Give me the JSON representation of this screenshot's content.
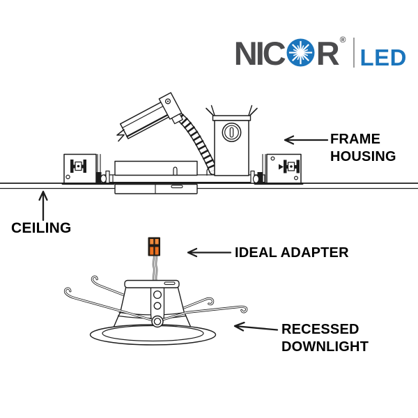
{
  "logo": {
    "text_prefix": "NIC",
    "text_suffix": "R",
    "registered_mark": "®",
    "sub_brand": "LED"
  },
  "callouts": {
    "frame_housing": "FRAME HOUSING",
    "ceiling": "CEILING",
    "ideal_adapter": "IDEAL ADAPTER",
    "recessed_downlight": "RECESSED DOWNLIGHT"
  },
  "icons": {
    "logo_star": "starburst-icon"
  },
  "colors": {
    "line": "#1c1c1c",
    "brand_gray": "#4b4b4d",
    "accent_blue": "#1b75bc",
    "divider_gray": "#9b9b9b",
    "connector_orange": "#ed7120",
    "connector_orange_light": "#f08a3c",
    "connector_dark": "#221c16",
    "wire_gray": "#6e6e6e"
  }
}
